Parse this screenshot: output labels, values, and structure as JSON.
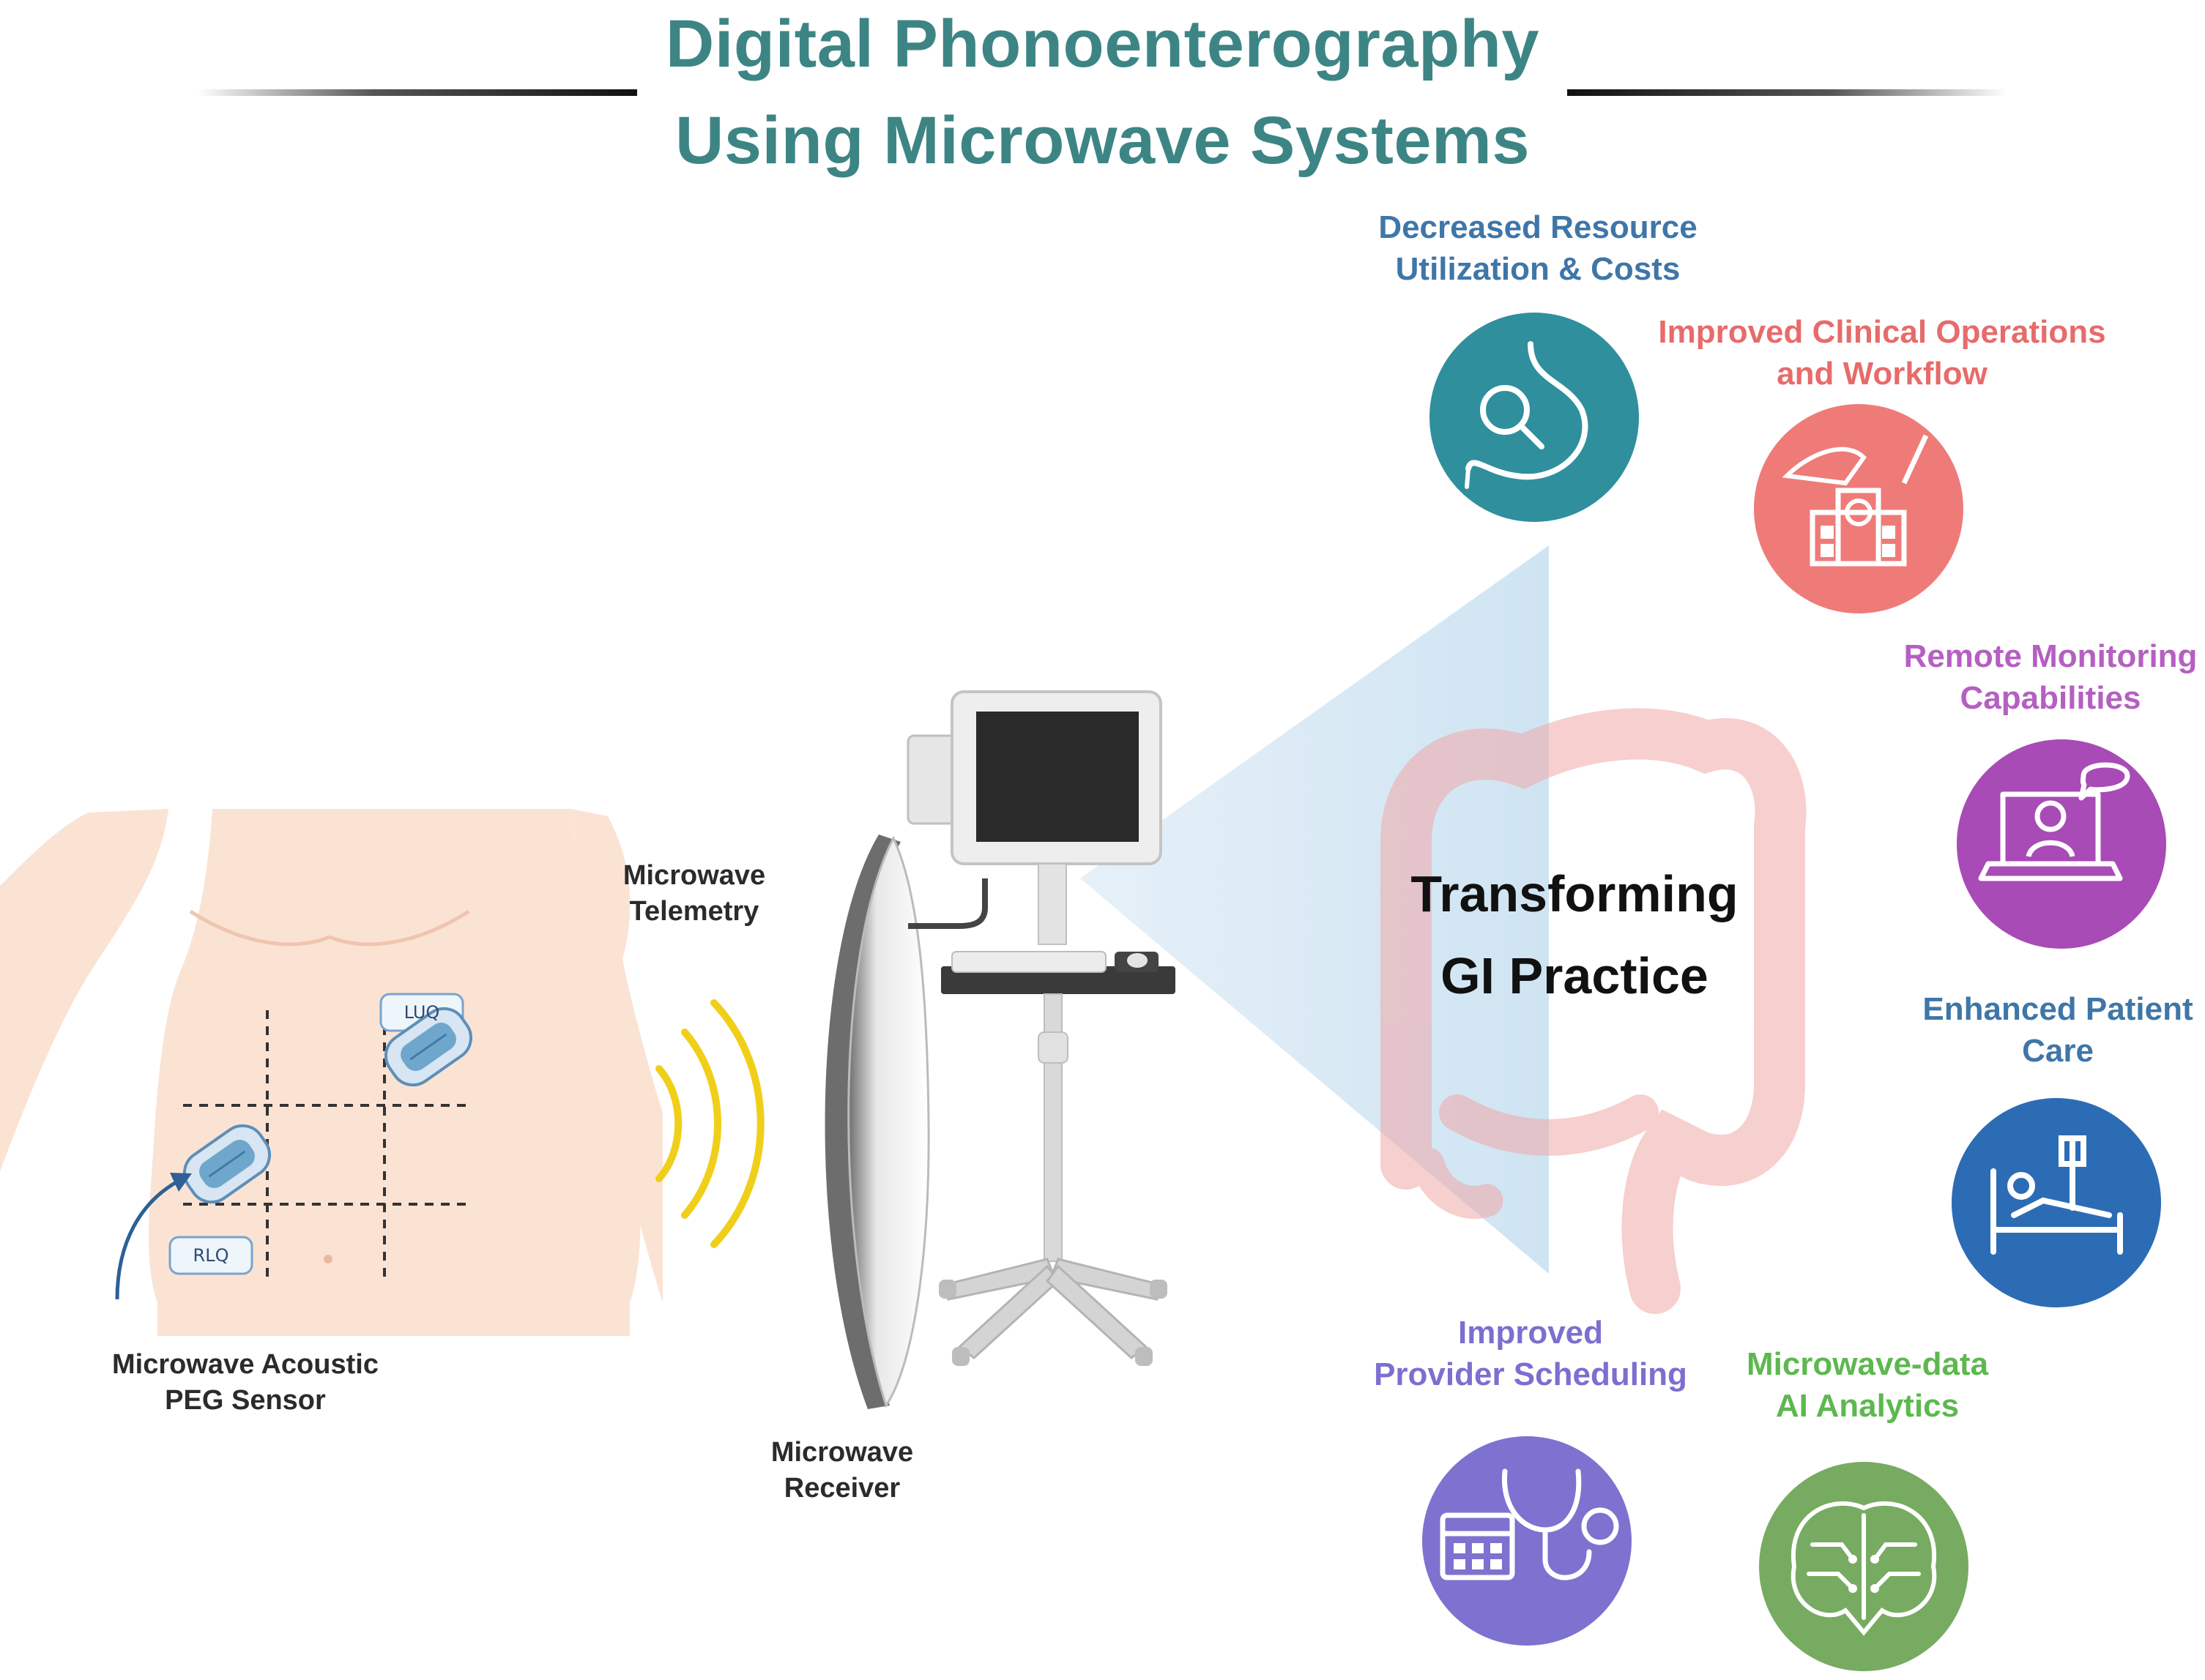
{
  "title": {
    "line1": "Digital Phonoenterography",
    "line2": "Using Microwave Systems"
  },
  "center": {
    "line1": "Transforming",
    "line2": "GI Practice"
  },
  "devices": {
    "telemetry": {
      "line1": "Microwave",
      "line2": "Telemetry"
    },
    "receiver": {
      "line1": "Microwave",
      "line2": "Receiver"
    },
    "sensor": {
      "line1": "Microwave Acoustic",
      "line2": "PEG Sensor"
    },
    "quadrant_luq": "LUQ",
    "quadrant_rlq": "RLQ"
  },
  "benefits": [
    {
      "line1": "Decreased Resource",
      "line2": "Utilization & Costs",
      "color": "#3f76a8",
      "icon": "stomach-magnifier-icon",
      "circle_color": "#2f8f9d"
    },
    {
      "line1": "Improved Clinical Operations",
      "line2": "and Workflow",
      "color": "#e76b6b",
      "icon": "hospital-icon",
      "circle_color": "#ef7b78"
    },
    {
      "line1": "Remote Monitoring",
      "line2": "Capabilities",
      "color": "#b55fc2",
      "icon": "telemedicine-laptop-icon",
      "circle_color": "#a84bb6"
    },
    {
      "line1": "Enhanced Patient",
      "line2": "Care",
      "color": "#3f76a8",
      "icon": "hospital-bed-icon",
      "circle_color": "#2c6cb4"
    },
    {
      "line1": "Improved",
      "line2": "Provider Scheduling",
      "color": "#7b6fd0",
      "icon": "stethoscope-calendar-icon",
      "circle_color": "#7d72cf"
    },
    {
      "line1": "Microwave-data",
      "line2": "AI Analytics",
      "color": "#5db84f",
      "icon": "ai-brain-icon",
      "circle_color": "#77ab62"
    }
  ],
  "colors": {
    "title": "#3d8585",
    "skin": "#fbe3d4",
    "waves": "#f0cf1a",
    "cone": "#cfe3f1",
    "colon": "#f4b8b8"
  }
}
